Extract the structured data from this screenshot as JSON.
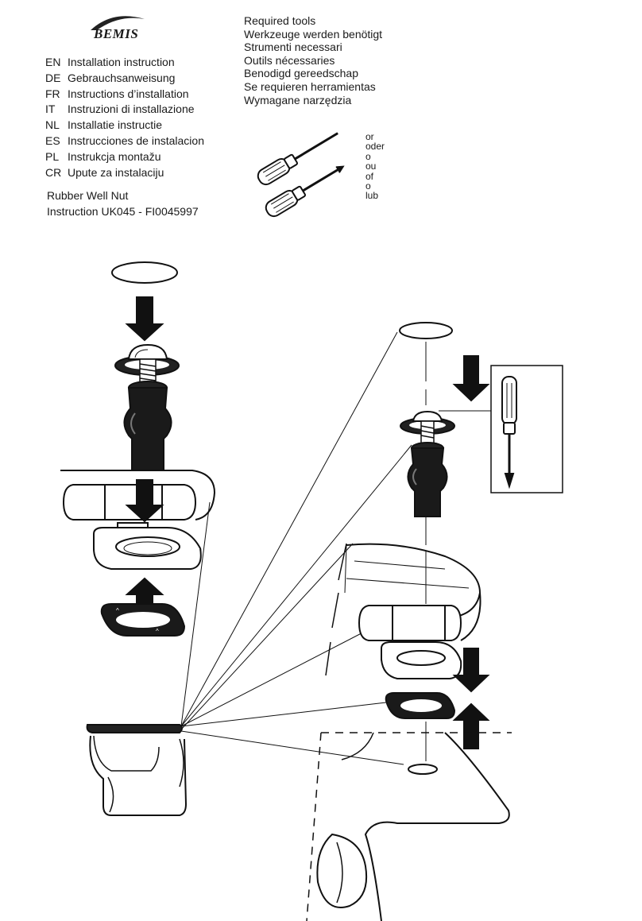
{
  "brand": {
    "name": "BEMIS"
  },
  "languages": [
    {
      "code": "EN",
      "text": "Installation instruction"
    },
    {
      "code": "DE",
      "text": "Gebrauchsanweisung"
    },
    {
      "code": "FR",
      "text": "Instructions d’installation"
    },
    {
      "code": "IT",
      "text": "Instruzioni di installazione"
    },
    {
      "code": "NL",
      "text": "Installatie instructie"
    },
    {
      "code": "ES",
      "text": "Instrucciones de instalacion"
    },
    {
      "code": "PL",
      "text": "Instrukcja montažu"
    },
    {
      "code": "CR",
      "text": "Upute za instalaciju"
    }
  ],
  "product": {
    "name": "Rubber Well Nut",
    "instruction": "Instruction UK045 - FI0045997"
  },
  "required_tools": [
    "Required tools",
    "Werkzeuge werden benötigt",
    "Strumenti necessari",
    "Outils nécessaries",
    "Benodigd gereedschap",
    "Se requieren herramientas",
    "Wymagane narzędzia"
  ],
  "or_words": [
    "or",
    "oder",
    "o",
    "ou",
    "of",
    "o",
    "lub"
  ]
}
